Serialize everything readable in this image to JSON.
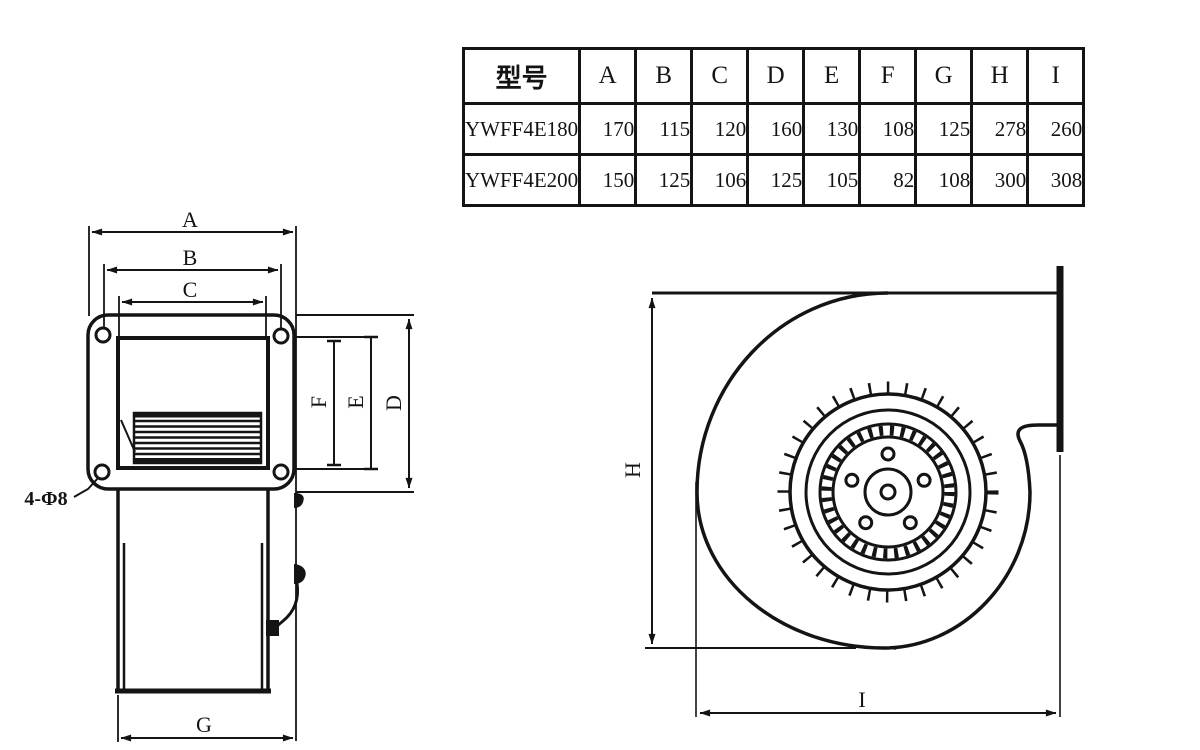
{
  "table": {
    "header": [
      "型号",
      "A",
      "B",
      "C",
      "D",
      "E",
      "F",
      "G",
      "H",
      "I"
    ],
    "rows": [
      {
        "model": "YWFF4E180",
        "values": [
          "170",
          "115",
          "120",
          "160",
          "130",
          "108",
          "125",
          "278",
          "260"
        ]
      },
      {
        "model": "YWFF4E200",
        "values": [
          "150",
          "125",
          "106",
          "125",
          "105",
          "82",
          "108",
          "300",
          "308"
        ]
      }
    ]
  },
  "dim_labels": {
    "a": "A",
    "b": "B",
    "c": "C",
    "d": "D",
    "e": "E",
    "f": "F",
    "g": "G",
    "h": "H",
    "i": "I"
  },
  "callout": {
    "bolt_holes": "4-Φ8"
  },
  "colors": {
    "line": "#141414",
    "background": "#ffffff"
  }
}
